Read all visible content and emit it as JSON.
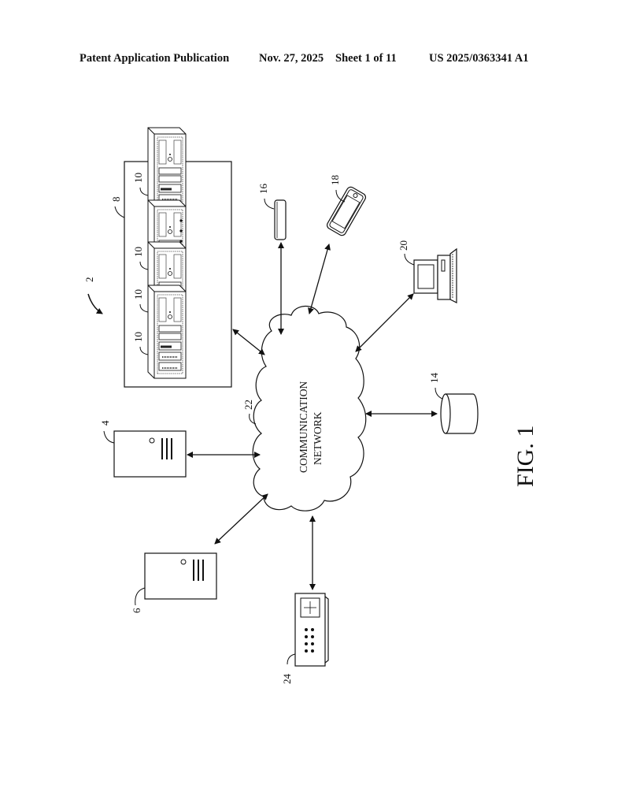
{
  "header": {
    "publication_type": "Patent Application Publication",
    "date": "Nov. 27, 2025",
    "sheet": "Sheet 1 of 11",
    "publication_number": "US 2025/0363341 A1"
  },
  "figure": {
    "caption": "FIG. 1",
    "system_ref": "2",
    "network": {
      "ref": "22",
      "line1": "COMMUNICATION",
      "line2": "NETWORK"
    },
    "server_group": {
      "ref": "8",
      "server_refs": [
        "10",
        "10",
        "10",
        "10"
      ]
    },
    "devices": {
      "wearable_ref": "16",
      "mobile_ref": "18",
      "desktop_ref": "20",
      "database_ref": "14",
      "server_a_ref": "4",
      "server_b_ref": "6",
      "network_device_ref": "24"
    }
  }
}
